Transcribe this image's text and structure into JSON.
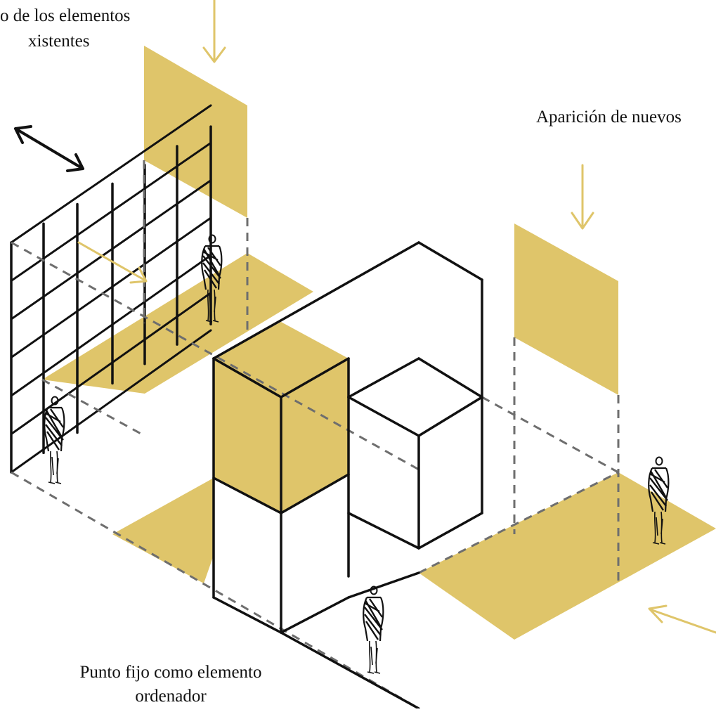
{
  "labels": {
    "existing_line1": "o de los elementos",
    "existing_line2": "xistentes",
    "new_elements": "Aparición de nuevos",
    "fixed_point_line1": "Punto fijo como elemento",
    "fixed_point_line2": "ordenador"
  },
  "colors": {
    "ochre": "#dfc56a",
    "ink": "#111111",
    "dash": "#6e6e6e",
    "background": "#ffffff"
  },
  "icons": {
    "figure": "walking-person-sketch",
    "arrow": "hand-drawn-arrow"
  }
}
